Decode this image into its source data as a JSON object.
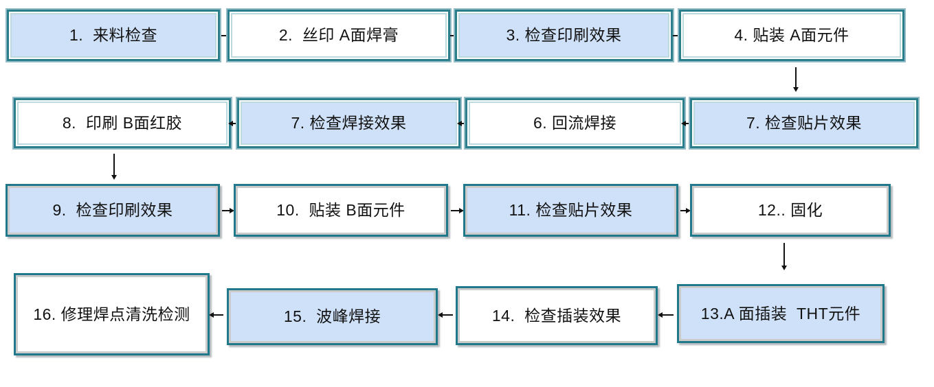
{
  "flowchart": {
    "description": "SMT/PCB assembly process flow, 16 steps, serpentine layout",
    "boxes": [
      {
        "step": "1",
        "label": "1.  来料检查",
        "fill": "blue"
      },
      {
        "step": "2",
        "label": "2.  丝印 A面焊膏",
        "fill": "white"
      },
      {
        "step": "3",
        "label": "3. 检查印刷效果",
        "fill": "blue"
      },
      {
        "step": "4",
        "label": "4. 贴装 A面元件",
        "fill": "white"
      },
      {
        "step": "8",
        "label": "8.  印刷 B面红胶",
        "fill": "white"
      },
      {
        "step": "7",
        "label": "7. 检查焊接效果",
        "fill": "blue"
      },
      {
        "step": "6",
        "label": "6. 回流焊接",
        "fill": "white"
      },
      {
        "step": "7",
        "label": "7. 检查贴片效果",
        "fill": "blue"
      },
      {
        "step": "9",
        "label": "9.  检查印刷效果",
        "fill": "blue"
      },
      {
        "step": "10",
        "label": "10.  贴装 B面元件",
        "fill": "white"
      },
      {
        "step": "11",
        "label": "11. 检查贴片效果",
        "fill": "blue"
      },
      {
        "step": "12",
        "label": "12.. 固化",
        "fill": "white"
      },
      {
        "step": "16",
        "label": "16. 修理焊点清洗检测",
        "fill": "white"
      },
      {
        "step": "15",
        "label": "15.  波峰焊接",
        "fill": "blue"
      },
      {
        "step": "14",
        "label": "14.  检查插装效果",
        "fill": "white"
      },
      {
        "step": "13",
        "label": "13.A 面插装  THT元件",
        "fill": "blue"
      }
    ],
    "connections": [
      {
        "from": "1. 来料检查",
        "to": "2. 丝印 A面焊膏",
        "direction": "right"
      },
      {
        "from": "2. 丝印 A面焊膏",
        "to": "3. 检查印刷效果",
        "direction": "right"
      },
      {
        "from": "3. 检查印刷效果",
        "to": "4. 贴装 A面元件",
        "direction": "right"
      },
      {
        "from": "4. 贴装 A面元件",
        "to": "7. 检查贴片效果",
        "direction": "down"
      },
      {
        "from": "7. 检查贴片效果",
        "to": "6. 回流焊接",
        "direction": "left"
      },
      {
        "from": "6. 回流焊接",
        "to": "7. 检查焊接效果",
        "direction": "left"
      },
      {
        "from": "7. 检查焊接效果",
        "to": "8. 印刷 B面红胶",
        "direction": "left"
      },
      {
        "from": "8. 印刷 B面红胶",
        "to": "9. 检查印刷效果",
        "direction": "down"
      },
      {
        "from": "9. 检查印刷效果",
        "to": "10. 贴装 B面元件",
        "direction": "right"
      },
      {
        "from": "10. 贴装 B面元件",
        "to": "11. 检查贴片效果",
        "direction": "right"
      },
      {
        "from": "11. 检查贴片效果",
        "to": "12.. 固化",
        "direction": "right"
      },
      {
        "from": "12.. 固化",
        "to": "13.A 面插装 THT元件",
        "direction": "down"
      },
      {
        "from": "13.A 面插装 THT元件",
        "to": "14. 检查插装效果",
        "direction": "left"
      },
      {
        "from": "14. 检查插装效果",
        "to": "15. 波峰焊接",
        "direction": "left"
      },
      {
        "from": "15. 波峰焊接",
        "to": "16. 修理焊点清洗检测",
        "direction": "left"
      }
    ],
    "colors": {
      "box_fill_highlight": "#cfe1f8",
      "box_fill_plain": "#ffffff",
      "border_teal": "#2b7f8c",
      "border_outer_light": "#94bcc7",
      "inner_bevel_gray": "#cbcbcb",
      "arrow": "#111111",
      "text": "#111111"
    },
    "icons": {
      "arrow_right": "→",
      "arrow_left": "←",
      "arrow_down": "↓"
    }
  }
}
